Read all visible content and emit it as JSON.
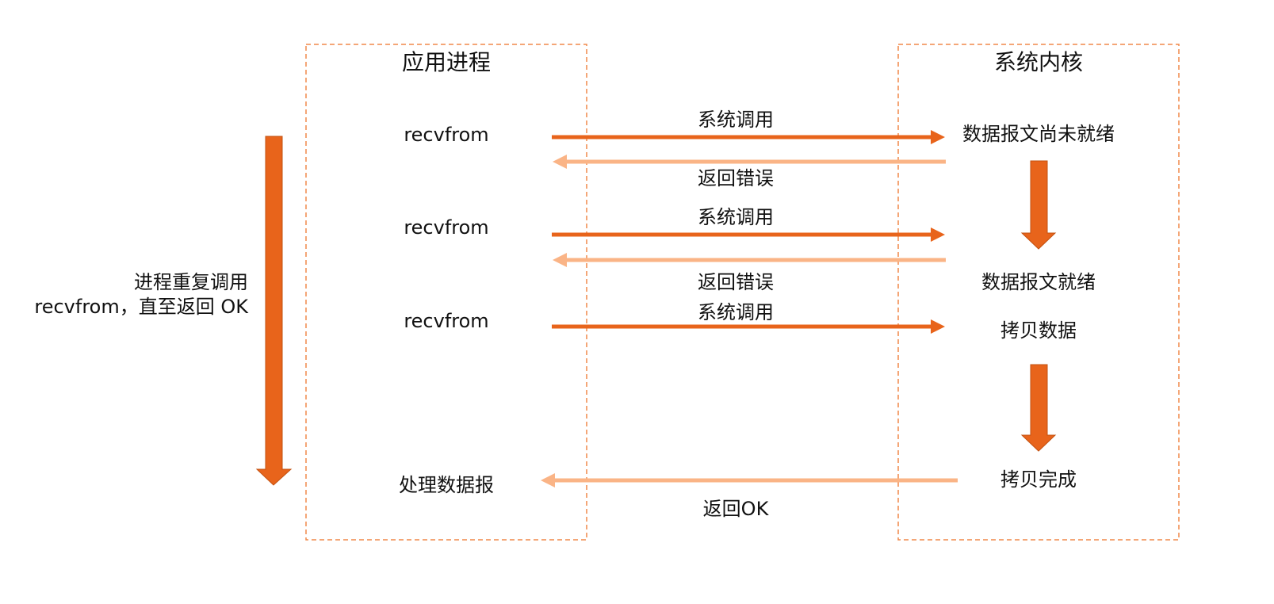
{
  "application": {
    "title": "应用进程",
    "calls": [
      "recvfrom",
      "recvfrom",
      "recvfrom"
    ],
    "process": "处理数据报"
  },
  "kernel": {
    "title": "系统内核",
    "states": [
      "数据报文尚未就绪",
      "数据报文就绪",
      "拷贝数据",
      "拷贝完成"
    ]
  },
  "arrow_labels": {
    "syscall_1": "系统调用",
    "error_1": "返回错误",
    "syscall_2": "系统调用",
    "error_2": "返回错误",
    "syscall_3": "系统调用",
    "ok": "返回OK"
  },
  "side_note": {
    "line1": "进程重复调用",
    "line2": "recvfrom，直至返回 OK"
  },
  "colors": {
    "call_arrow": "#E8641B",
    "return_arrow": "#FAB486",
    "box_border": "#F0884A",
    "big_arrow": "#E8641B"
  }
}
